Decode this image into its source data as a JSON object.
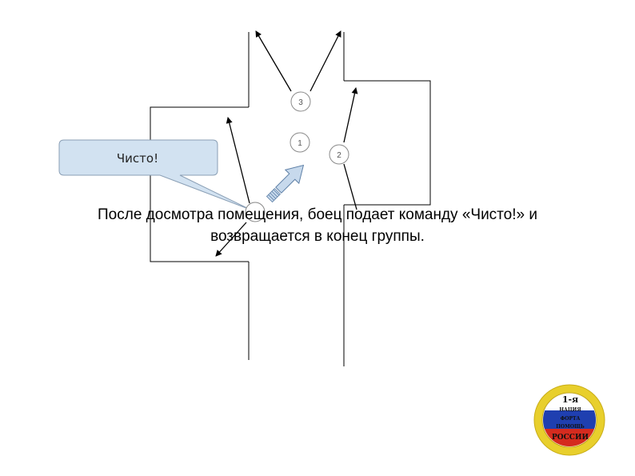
{
  "diagram": {
    "speech_bubble": {
      "text": "Чисто!"
    },
    "nodes": [
      {
        "id": "3",
        "label": "3"
      },
      {
        "id": "1",
        "label": "1"
      },
      {
        "id": "2",
        "label": "2"
      },
      {
        "id": "4",
        "label": ""
      }
    ],
    "caption": {
      "line1": "После досмотра помещения, боец подает команду «Чисто!» и",
      "line2": "возвращается в конец группы."
    }
  },
  "logo": {
    "line1": "1-я",
    "line2": "НАЦИЯ",
    "line3": "ФОРТА",
    "line4": "ПОМОЩЬ",
    "line5": "РОССИИ",
    "colors": {
      "ring": "#e8cf2c",
      "white": "#ffffff",
      "blue": "#1f3fb0",
      "red": "#d52b1e"
    }
  }
}
